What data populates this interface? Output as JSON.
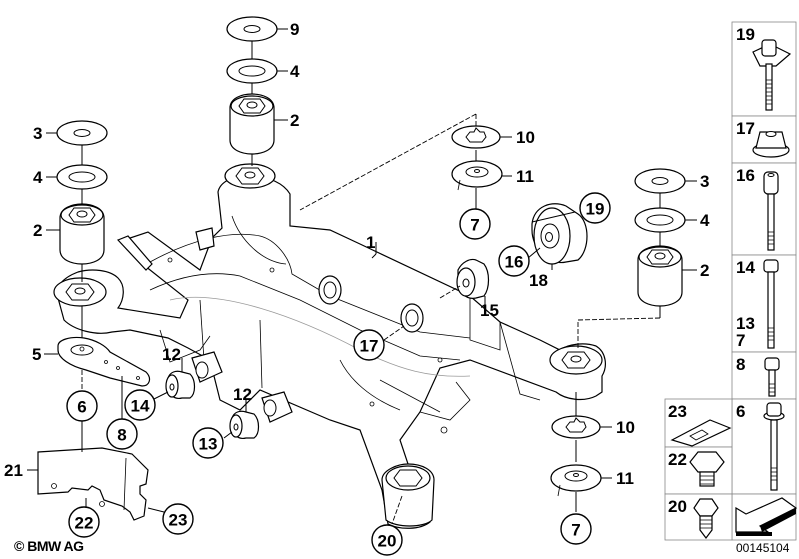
{
  "diagram": {
    "title": "Rear axle carrier exploded view",
    "copyright": "© BMW AG",
    "diagram_id": "00145104",
    "main_labels": [
      {
        "id": "lbl-9",
        "text": "9"
      },
      {
        "id": "lbl-4-top",
        "text": "4"
      },
      {
        "id": "lbl-2-top",
        "text": "2"
      },
      {
        "id": "lbl-3-left",
        "text": "3"
      },
      {
        "id": "lbl-4-left",
        "text": "4"
      },
      {
        "id": "lbl-2-left",
        "text": "2"
      },
      {
        "id": "lbl-5",
        "text": "5"
      },
      {
        "id": "lbl-1",
        "text": "1"
      },
      {
        "id": "lbl-10-top",
        "text": "10"
      },
      {
        "id": "lbl-11-top",
        "text": "11"
      },
      {
        "id": "lbl-3-right",
        "text": "3"
      },
      {
        "id": "lbl-4-right",
        "text": "4"
      },
      {
        "id": "lbl-2-right",
        "text": "2"
      },
      {
        "id": "lbl-18",
        "text": "18"
      },
      {
        "id": "lbl-15",
        "text": "15"
      },
      {
        "id": "lbl-12-a",
        "text": "12"
      },
      {
        "id": "lbl-12-b",
        "text": "12"
      },
      {
        "id": "lbl-21",
        "text": "21"
      },
      {
        "id": "lbl-10-bottom",
        "text": "10"
      },
      {
        "id": "lbl-11-bottom",
        "text": "11"
      }
    ],
    "callouts": [
      {
        "id": "callout-7-top",
        "text": "7"
      },
      {
        "id": "callout-19",
        "text": "19"
      },
      {
        "id": "callout-16",
        "text": "16"
      },
      {
        "id": "callout-17",
        "text": "17"
      },
      {
        "id": "callout-6",
        "text": "6"
      },
      {
        "id": "callout-14",
        "text": "14"
      },
      {
        "id": "callout-8",
        "text": "8"
      },
      {
        "id": "callout-13",
        "text": "13"
      },
      {
        "id": "callout-22",
        "text": "22"
      },
      {
        "id": "callout-23",
        "text": "23"
      },
      {
        "id": "callout-20",
        "text": "20"
      },
      {
        "id": "callout-7-bottom",
        "text": "7"
      }
    ],
    "parts_panel": [
      {
        "labels": [
          "19"
        ],
        "part": "bolt with triangular washer plate"
      },
      {
        "labels": [
          "17"
        ],
        "part": "flange nut"
      },
      {
        "labels": [
          "16"
        ],
        "part": "long hex socket bolt"
      },
      {
        "labels": [
          "14",
          "13",
          "7"
        ],
        "part": "long hex bolt"
      },
      {
        "labels": [
          "8"
        ],
        "part": "short hex bolt"
      },
      {
        "labels": [
          "6"
        ],
        "part": "flange bolt"
      },
      {
        "labels": [
          "23"
        ],
        "part": "clip plate"
      },
      {
        "labels": [
          "22"
        ],
        "part": "hex plug"
      },
      {
        "labels": [
          "20"
        ],
        "part": "hex self-tapping screw"
      },
      {
        "labels": [],
        "part": "direction arrow"
      }
    ]
  }
}
